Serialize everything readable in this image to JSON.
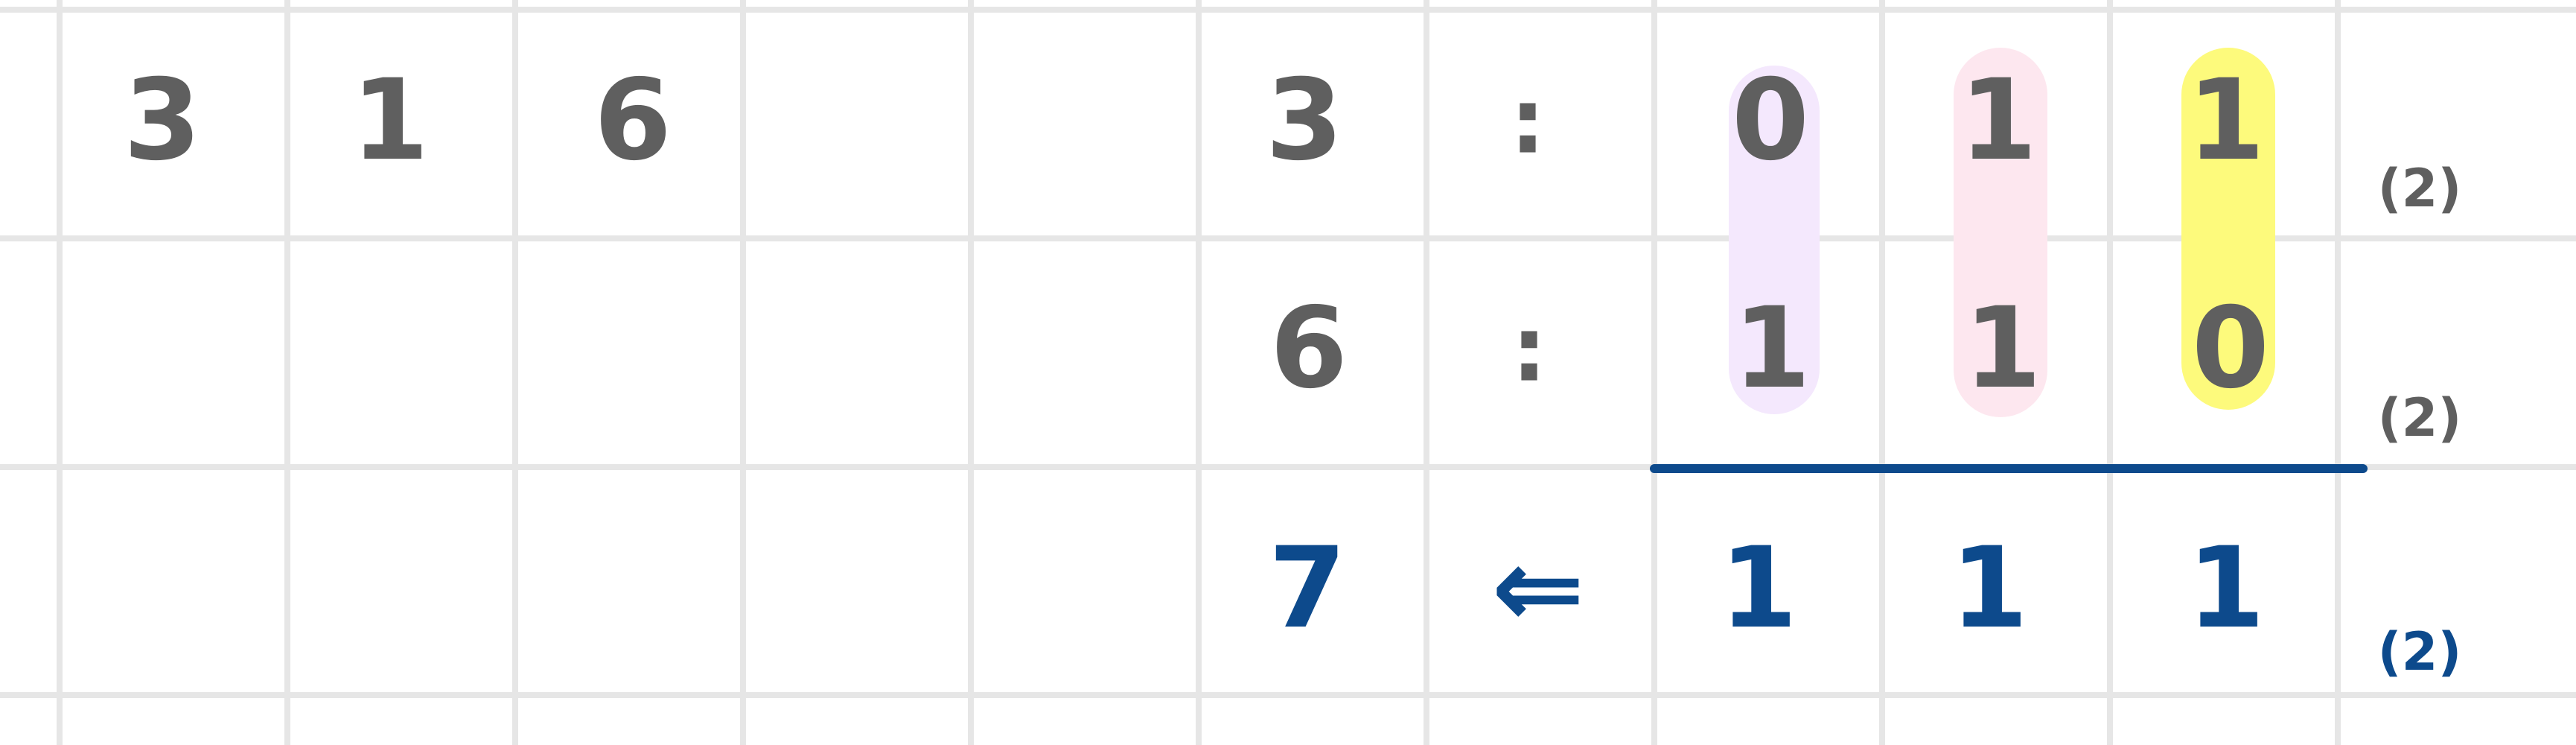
{
  "left_digits": [
    "3",
    "1",
    "6"
  ],
  "rows": [
    {
      "decimal": "3",
      "separator": ":",
      "bits": [
        "0",
        "1",
        "1"
      ],
      "base": "(2)"
    },
    {
      "decimal": "6",
      "separator": ":",
      "bits": [
        "1",
        "1",
        "0"
      ],
      "base": "(2)"
    }
  ],
  "result": {
    "decimal": "7",
    "arrow": "⇐",
    "bits": [
      "1",
      "1",
      "1"
    ],
    "base": "(2)"
  },
  "highlight_colors": [
    "#f4e8fd",
    "#fde7ef",
    "#fdfa7c"
  ],
  "colors": {
    "ink": "#5f5f5f",
    "result_ink": "#0d4a8c",
    "grid": "#e6e6e6"
  }
}
